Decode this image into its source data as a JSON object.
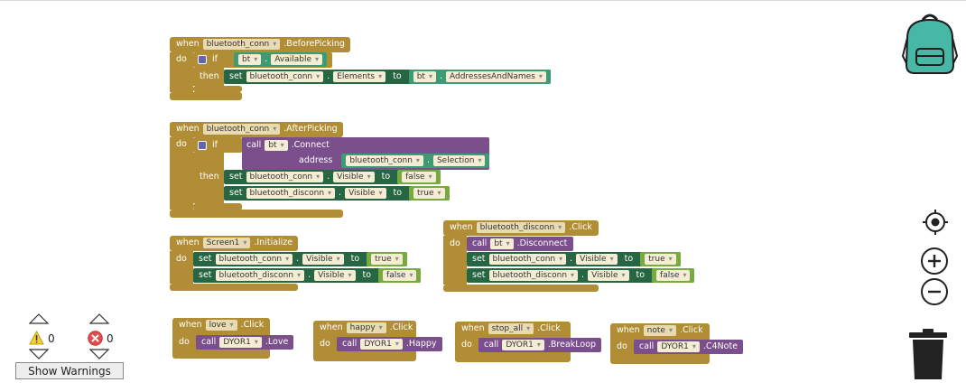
{
  "keywords": {
    "when": "when",
    "do": "do",
    "if": "if",
    "then": "then",
    "set": "set",
    "to": "to",
    "call": "call",
    "address": "address",
    "dot": "."
  },
  "blocks": {
    "before_picking": {
      "component": "bluetooth_conn",
      "event": ".BeforePicking",
      "if_component": "bt",
      "if_property": "Available",
      "set_component": "bluetooth_conn",
      "set_property": "Elements",
      "value_component": "bt",
      "value_property": "AddressesAndNames"
    },
    "after_picking": {
      "component": "bluetooth_conn",
      "event": ".AfterPicking",
      "call_component": "bt",
      "call_method": ".Connect",
      "address_component": "bluetooth_conn",
      "address_property": "Selection",
      "set1_component": "bluetooth_conn",
      "set1_property": "Visible",
      "set1_value": "false",
      "set2_component": "bluetooth_disconn",
      "set2_property": "Visible",
      "set2_value": "true"
    },
    "screen_init": {
      "component": "Screen1",
      "event": ".Initialize",
      "set1_component": "bluetooth_conn",
      "set1_property": "Visible",
      "set1_value": "true",
      "set2_component": "bluetooth_disconn",
      "set2_property": "Visible",
      "set2_value": "false"
    },
    "disconn_click": {
      "component": "bluetooth_disconn",
      "event": ".Click",
      "call_component": "bt",
      "call_method": ".Disconnect",
      "set1_component": "bluetooth_conn",
      "set1_property": "Visible",
      "set1_value": "true",
      "set2_component": "bluetooth_disconn",
      "set2_property": "Visible",
      "set2_value": "false"
    },
    "love_click": {
      "component": "love",
      "event": ".Click",
      "call_component": "DYOR1",
      "call_method": ".Love"
    },
    "happy_click": {
      "component": "happy",
      "event": ".Click",
      "call_component": "DYOR1",
      "call_method": ".Happy"
    },
    "stop_all_click": {
      "component": "stop_all",
      "event": ".Click",
      "call_component": "DYOR1",
      "call_method": ".BreakLoop"
    },
    "note_click": {
      "component": "note",
      "event": ".Click",
      "call_component": "DYOR1",
      "call_method": ".C4Note"
    }
  },
  "warnings": {
    "warning_count": "0",
    "error_count": "0",
    "show_warnings_label": "Show Warnings"
  },
  "icons": {
    "backpack": "backpack-icon",
    "center": "target-icon",
    "zoom_in": "plus-icon",
    "zoom_out": "minus-icon",
    "trash": "trash-icon",
    "warning": "warning-icon",
    "error": "error-icon"
  },
  "colors": {
    "event_block": "#b18e35",
    "setter_block": "#266643",
    "component_block": "#3e9b73",
    "boolean_block": "#77ab41",
    "call_block": "#7b4e8c",
    "backpack": "#47b8a6"
  }
}
